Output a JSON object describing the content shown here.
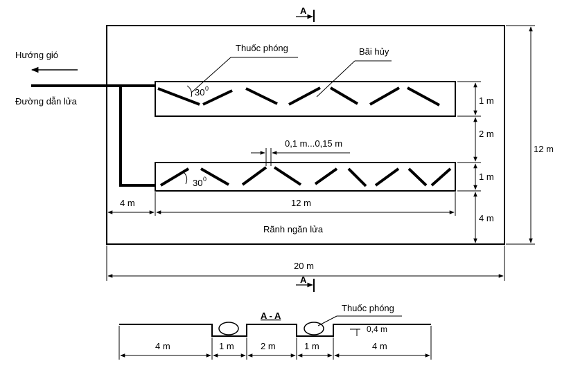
{
  "section_marker": "A",
  "labels": {
    "wind_direction": "Hướng gió",
    "fire_line": "Đường dẫn lửa",
    "propellant": "Thuốc phóng",
    "disposal_site": "Bãi hủy",
    "angle": "30",
    "angle_deg": "0",
    "gap": "0,1 m...0,15 m",
    "firebreak": "Rãnh ngăn lửa"
  },
  "dimensions": {
    "pit_width_1": "1 m",
    "pit_gap": "2 m",
    "pit_width_2": "1 m",
    "bottom_margin": "4 m",
    "total_height": "12 m",
    "left_margin": "4 m",
    "pit_length": "12 m",
    "total_width": "20 m"
  },
  "section": {
    "title": "A - A",
    "propellant": "Thuốc phóng",
    "depth": "0,4 m",
    "dims": [
      "4 m",
      "1 m",
      "2 m",
      "1 m",
      "4 m"
    ]
  }
}
